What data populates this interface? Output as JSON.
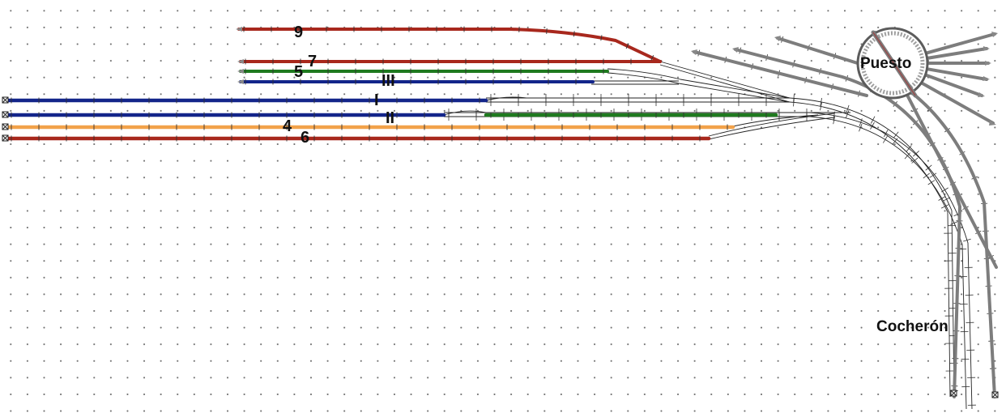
{
  "colors": {
    "red_track": "#a8281d",
    "green_track": "#1f7a1f",
    "blue_track": "#13258a",
    "orange_track": "#f2a24a",
    "gray_track": "#7d7d7d",
    "plain_track": "#222222"
  },
  "labels": {
    "track_9": "9",
    "track_7": "7",
    "track_5": "5",
    "track_4": "4",
    "track_6": "6",
    "track_I": "I",
    "track_II": "II",
    "track_III": "III",
    "turntable": "Puesto",
    "engine_shed": "Cocherón"
  },
  "icons": {
    "buffer_stop": "buffer-stop-icon",
    "track_end": "track-end-arrow-icon",
    "turntable": "turntable-icon"
  }
}
